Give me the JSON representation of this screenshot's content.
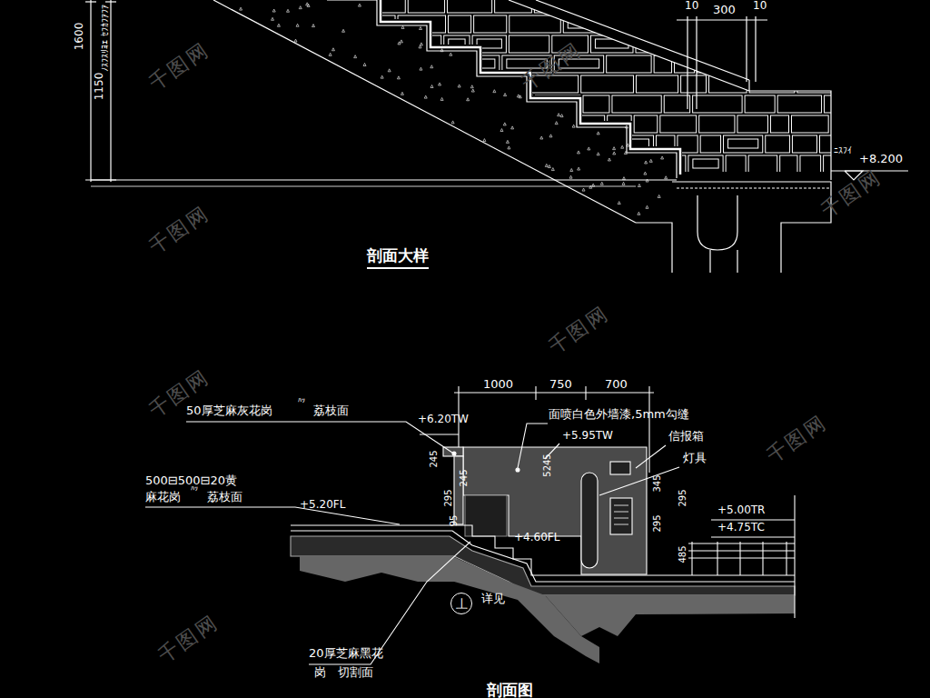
{
  "diagram": {
    "nodes": [
      {
        "text": [
          "丄"
        ]
      }
    ],
    "labels": [
      "1600",
      "1150",
      "ﾉｽﾌｽﾘﾖｴ ｾﾌｶﾌｱﾌｱ",
      "10",
      "300",
      "10",
      "ﾆｽﾌｲ",
      "+8.200",
      "剖面大样",
      "1000",
      "750",
      "700",
      "50厚芝麻灰花岗",
      "ﾊｯ",
      "荔枝面",
      "+6.20TW",
      "面喷白色外墙漆,5mm勾缝",
      "+5.95TW",
      "信报箱",
      "灯具",
      "245",
      "245",
      "5245",
      "345",
      "295",
      "295",
      "95",
      "295",
      "485",
      "+5.00TR",
      "+4.75TC",
      "500⊟500⊟20黄",
      "麻花岗",
      "ﾊｯ",
      "荔枝面",
      "+5.20FL",
      "+4.60FL",
      "详见",
      "20厚芝麻黑花",
      "岗",
      "切割面",
      "剖面图",
      "千图网",
      "千图网",
      "千图网",
      "千图网",
      "千图网",
      "千图网",
      "千图网",
      "千图网"
    ]
  }
}
